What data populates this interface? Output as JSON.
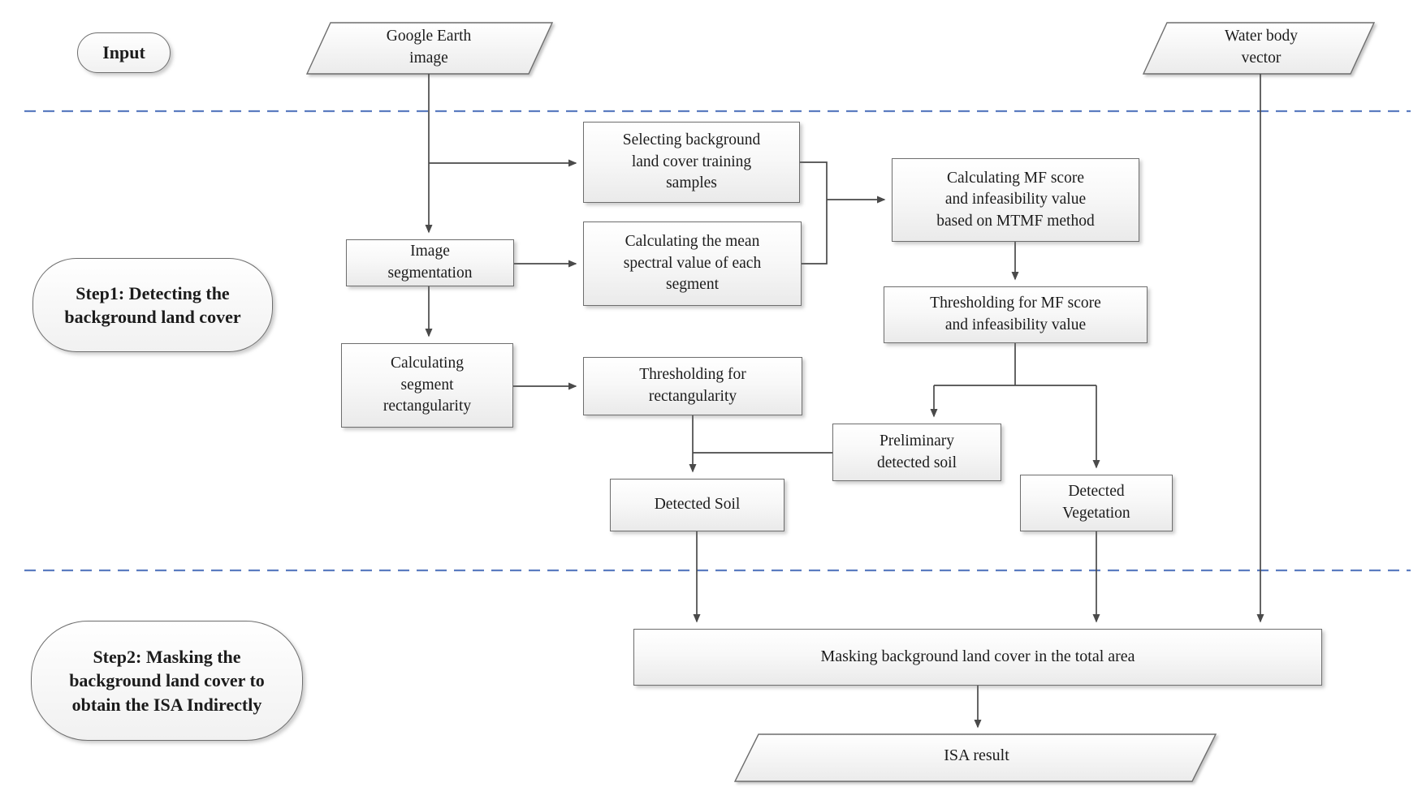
{
  "stage_labels": {
    "input": "Input",
    "step1": "Step1: Detecting the\nbackground land cover",
    "step2": "Step2: Masking the\nbackground land cover to\nobtain the ISA Indirectly"
  },
  "io_nodes": {
    "google_earth_image": "Google Earth\nimage",
    "water_body_vector": "Water body\nvector",
    "isa_result": "ISA result"
  },
  "process_nodes": {
    "selecting_samples": "Selecting background\nland cover training\nsamples",
    "mean_spectral": "Calculating the mean\nspectral value of each\nsegment",
    "mf_score": "Calculating MF score\nand infeasibility value\nbased on MTMF method",
    "thresholding_mf": "Thresholding for MF score\nand infeasibility value",
    "image_segmentation": "Image\nsegmentation",
    "segment_rectangularity": "Calculating\nsegment\nrectangularity",
    "thresholding_rectangularity": "Thresholding for\nrectangularity",
    "preliminary_soil": "Preliminary\ndetected soil",
    "detected_soil": "Detected Soil",
    "detected_vegetation": "Detected\nVegetation",
    "masking": "Masking background land cover in the total area"
  },
  "colors": {
    "divider_blue": "#5b7cc0",
    "connector_gray": "#4a4a4a",
    "box_border": "#6e6e6e",
    "text": "#1c1c1c"
  }
}
